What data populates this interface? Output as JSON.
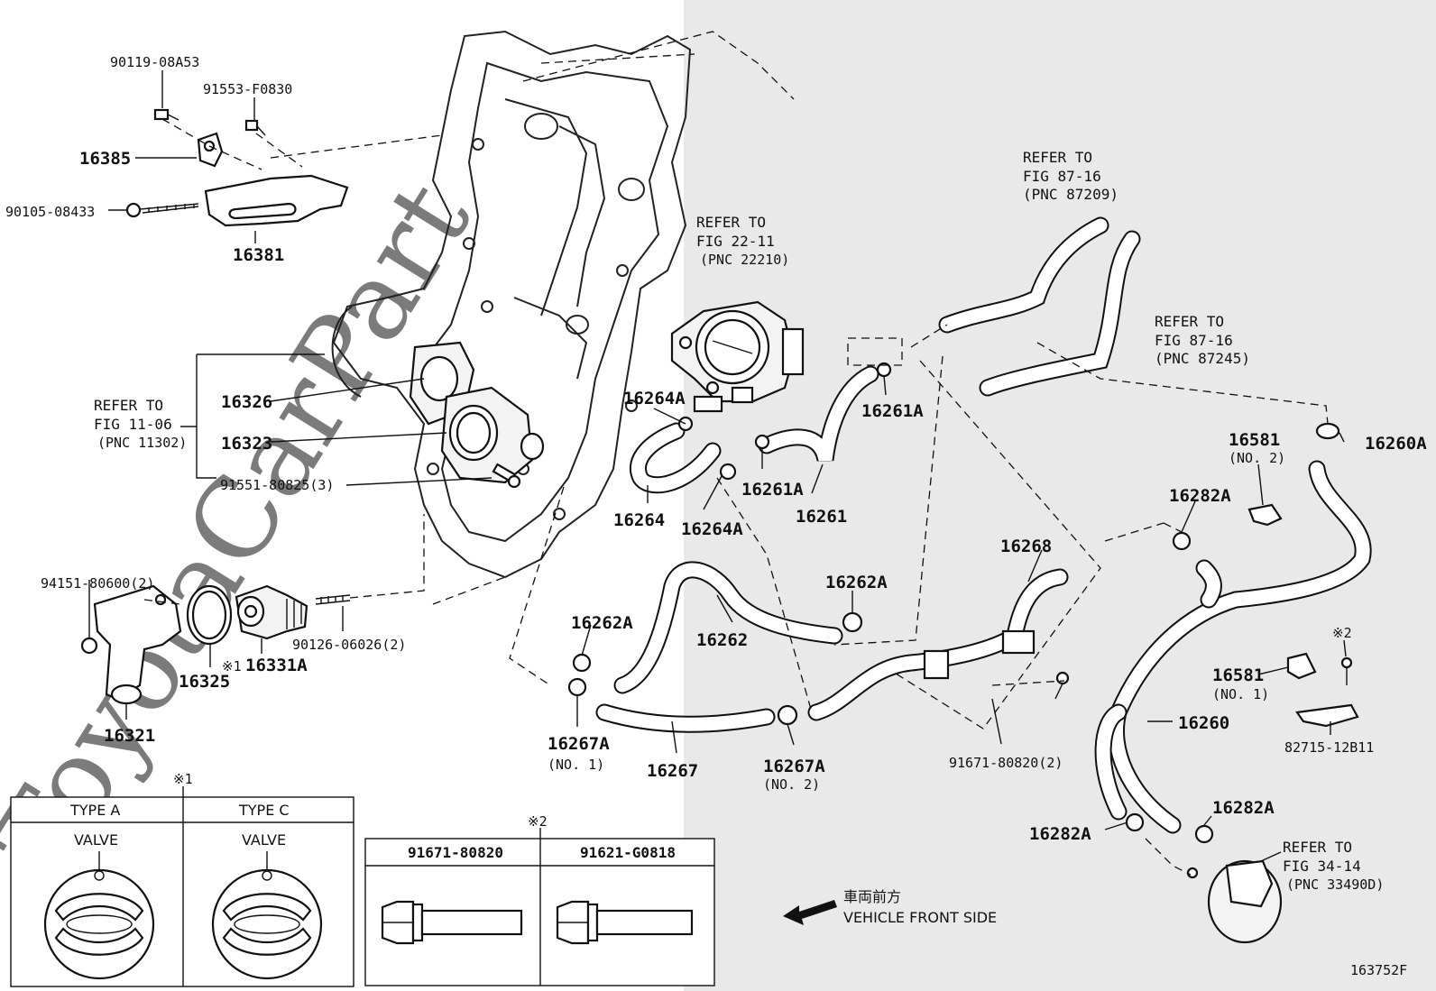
{
  "labels": {
    "p90119": "90119-08A53",
    "p91553": "91553-F0830",
    "p16385": "16385",
    "p90105": "90105-08433",
    "p16381": "16381",
    "p16326": "16326",
    "p16323": "16323",
    "p91551": "91551-80825(3)",
    "p94151": "94151-80600(2)",
    "p16325": "16325",
    "p16331A": "16331A",
    "p90126": "90126-06026(2)",
    "p16321": "16321",
    "p16264A_top": "16264A",
    "p16264": "16264",
    "p16264A_bot": "16264A",
    "p16261A_right": "16261A",
    "p16261A_left": "16261A",
    "p16261": "16261",
    "p16262A_right": "16262A",
    "p16262A_left": "16262A",
    "p16262": "16262",
    "p16268": "16268",
    "p16267A_1": "16267A",
    "p16267A_2": "16267A",
    "p16267": "16267",
    "p91671": "91671-80820(2)",
    "p16581_2": "16581",
    "p16581_1": "16581",
    "p16282A_top": "16282A",
    "p16282A_left": "16282A",
    "p16282A_right": "16282A",
    "p16260A": "16260A",
    "p16260": "16260",
    "p82715": "82715-12B11",
    "no1_a": "(NO. 1)",
    "no2_a": "(NO. 2)",
    "no2_b": "(NO. 2)",
    "no1_b": "(NO. 1)",
    "mark1": "※1",
    "mark2": "※2",
    "mark2b": "※2",
    "mark_331": "※1"
  },
  "refs": {
    "r_fig2211": [
      "REFER TO",
      "FIG 22-11",
      "(PNC 22210)"
    ],
    "r_fig1106": [
      "REFER TO",
      "FIG 11-06",
      "(PNC 11302)"
    ],
    "r_fig8716a": [
      "REFER TO",
      "FIG 87-16",
      "(PNC 87209)"
    ],
    "r_fig8716b": [
      "REFER TO",
      "FIG 87-16",
      "(PNC 87245)"
    ],
    "r_fig3414": [
      "REFER TO",
      "FIG 34-14",
      "(PNC 33490D)"
    ]
  },
  "thermostat_table": {
    "type_a": "TYPE A",
    "type_c": "TYPE C",
    "valve_a": "VALVE",
    "valve_c": "VALVE"
  },
  "bolt_table": {
    "col1": "91671-80820",
    "col2": "91621-G0818"
  },
  "front": {
    "jp": "車両前方",
    "en": "VEHICLE FRONT SIDE"
  },
  "diagram_id": "163752F",
  "watermark": "ToyotaCarPart",
  "colors": {
    "background_left": "#ffffff",
    "background_right": "#e9e9e9",
    "line": "#111111"
  }
}
